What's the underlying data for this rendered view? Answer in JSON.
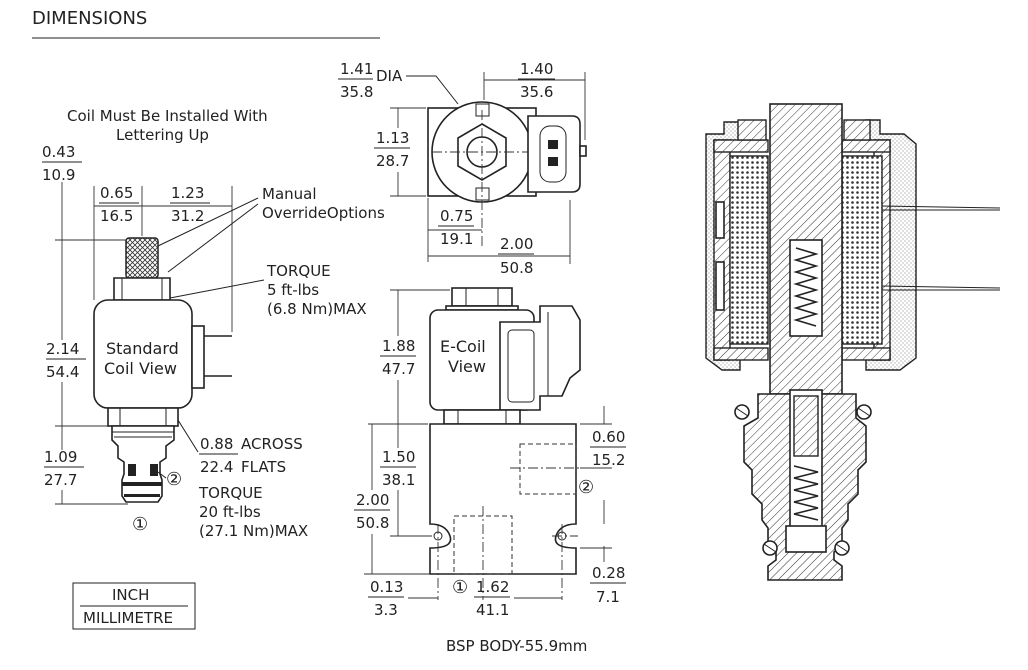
{
  "header": {
    "title": "DIMENSIONS"
  },
  "left_view": {
    "note_line1": "Coil Must Be Installed With",
    "note_line2": "Lettering  Up",
    "d1_in": "0.43",
    "d1_mm": "10.9",
    "d2_in": "0.65",
    "d2_mm": "16.5",
    "d3_in": "1.23",
    "d3_mm": "31.2",
    "manual_line1": "Manual",
    "manual_line2": "OverrideOptions",
    "torque1_line1": "TORQUE",
    "torque1_line2": "5 ft-lbs",
    "torque1_line3": "(6.8 Nm)MAX",
    "coil_label_line1": "Standard",
    "coil_label_line2": "Coil View",
    "d4_in": "2.14",
    "d4_mm": "54.4",
    "d5_in": "0.88",
    "d5_mm": "22.4",
    "across_word": "ACROSS",
    "flats_word": "FLATS",
    "d6_in": "1.09",
    "d6_mm": "27.7",
    "port2": "②",
    "torque2_line1": "TORQUE",
    "torque2_line2": "20 ft-lbs",
    "torque2_line3": "(27.1 Nm)MAX",
    "port1": "①"
  },
  "top_view": {
    "dia_in": "1.41",
    "dia_mm": "35.8",
    "dia_word": "DIA",
    "w_in": "1.40",
    "w_mm": "35.6",
    "h_in": "1.13",
    "h_mm": "28.7",
    "off_in": "0.75",
    "off_mm": "19.1",
    "len_in": "2.00",
    "len_mm": "50.8"
  },
  "front_view": {
    "h1_in": "1.88",
    "h1_mm": "47.7",
    "coil_line1": "E-Coil",
    "coil_line2": "View",
    "p_in": "0.60",
    "p_mm": "15.2",
    "h2_in": "1.50",
    "h2_mm": "38.1",
    "port2": "②",
    "h3_in": "2.00",
    "h3_mm": "50.8",
    "m_in": "0.13",
    "m_mm": "3.3",
    "port1": "①",
    "s_in": "1.62",
    "s_mm": "41.1",
    "r_in": "0.28",
    "r_mm": "7.1",
    "caption": "BSP BODY-55.9mm"
  },
  "legend": {
    "top": "INCH",
    "bottom": "MILLIMETRE"
  }
}
